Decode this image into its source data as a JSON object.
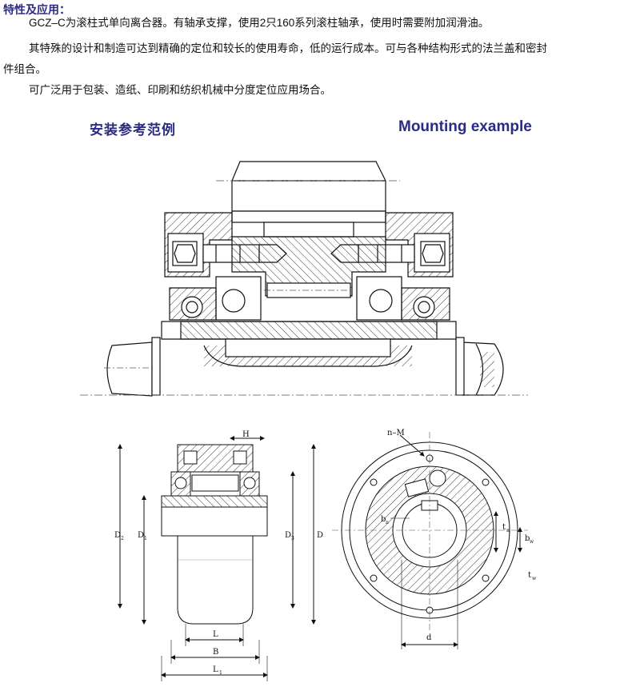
{
  "heading": "特性及应用：",
  "paragraphs": [
    "GCZ–C为滚柱式单向离合器。有轴承支撑，使用2只160系列滚柱轴承，使用时需要附加润滑油。",
    "其特殊的设计和制造可达到精确的定位和较长的使用寿命，低的运行成本。可与各种结构形式的法兰盖和密封",
    "件组合。",
    "可广泛用于包装、造纸、印刷和纺织机械中分度定位应用场合。"
  ],
  "caption_cn": "安装参考范例",
  "caption_en": "Mounting example",
  "dims": {
    "H": "H",
    "D": "D",
    "D2": "D",
    "D2_sub": "2",
    "D1": "D",
    "D1_sub": "1",
    "D3": "D",
    "D3_sub": "3",
    "L": "L",
    "B": "B",
    "L1": "L",
    "L1_sub": "1",
    "nM": "n–M",
    "bn": "b",
    "bn_sub": "n",
    "tn": "t",
    "tn_sub": "n",
    "bw": "b",
    "bw_sub": "w",
    "tw": "t",
    "tw_sub": "w",
    "d": "d"
  }
}
